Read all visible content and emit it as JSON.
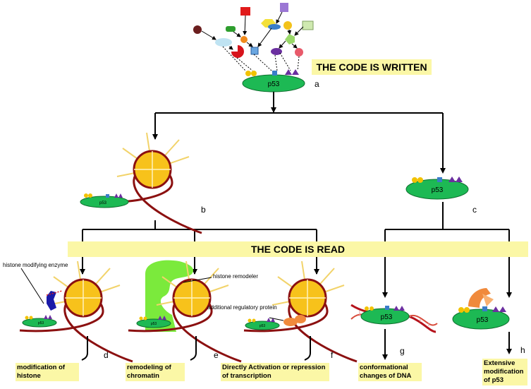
{
  "banners": {
    "written": "THE CODE IS WRITTEN",
    "read": "THE CODE IS READ"
  },
  "protein_label": "p53",
  "panel_letters": {
    "a": "a",
    "b": "b",
    "c": "c",
    "d": "d",
    "e": "e",
    "f": "f",
    "g": "g",
    "h": "h"
  },
  "annotations": {
    "histone_modifying_enzyme": "histone modifying enzyme",
    "histone_remodeler": "histone remodeler",
    "additional_regulatory_protein": "additional  regulatory  protein"
  },
  "captions": {
    "d": "modification of histone",
    "e": "remodeling of chromatin",
    "f": "Directly Activation or repression of transcription",
    "g": "conformational changes of DNA",
    "h": "Extensive modification of p53"
  },
  "colors": {
    "p53": "#1db954",
    "histone": "#f7c21b",
    "dna": "#8b1010",
    "banner": "#fbf7a6",
    "remodeler": "#7bea3c",
    "mark_purple": "#6b2fa0",
    "mark_blue": "#3a7dc9",
    "mark_yellow": "#f2c200"
  }
}
